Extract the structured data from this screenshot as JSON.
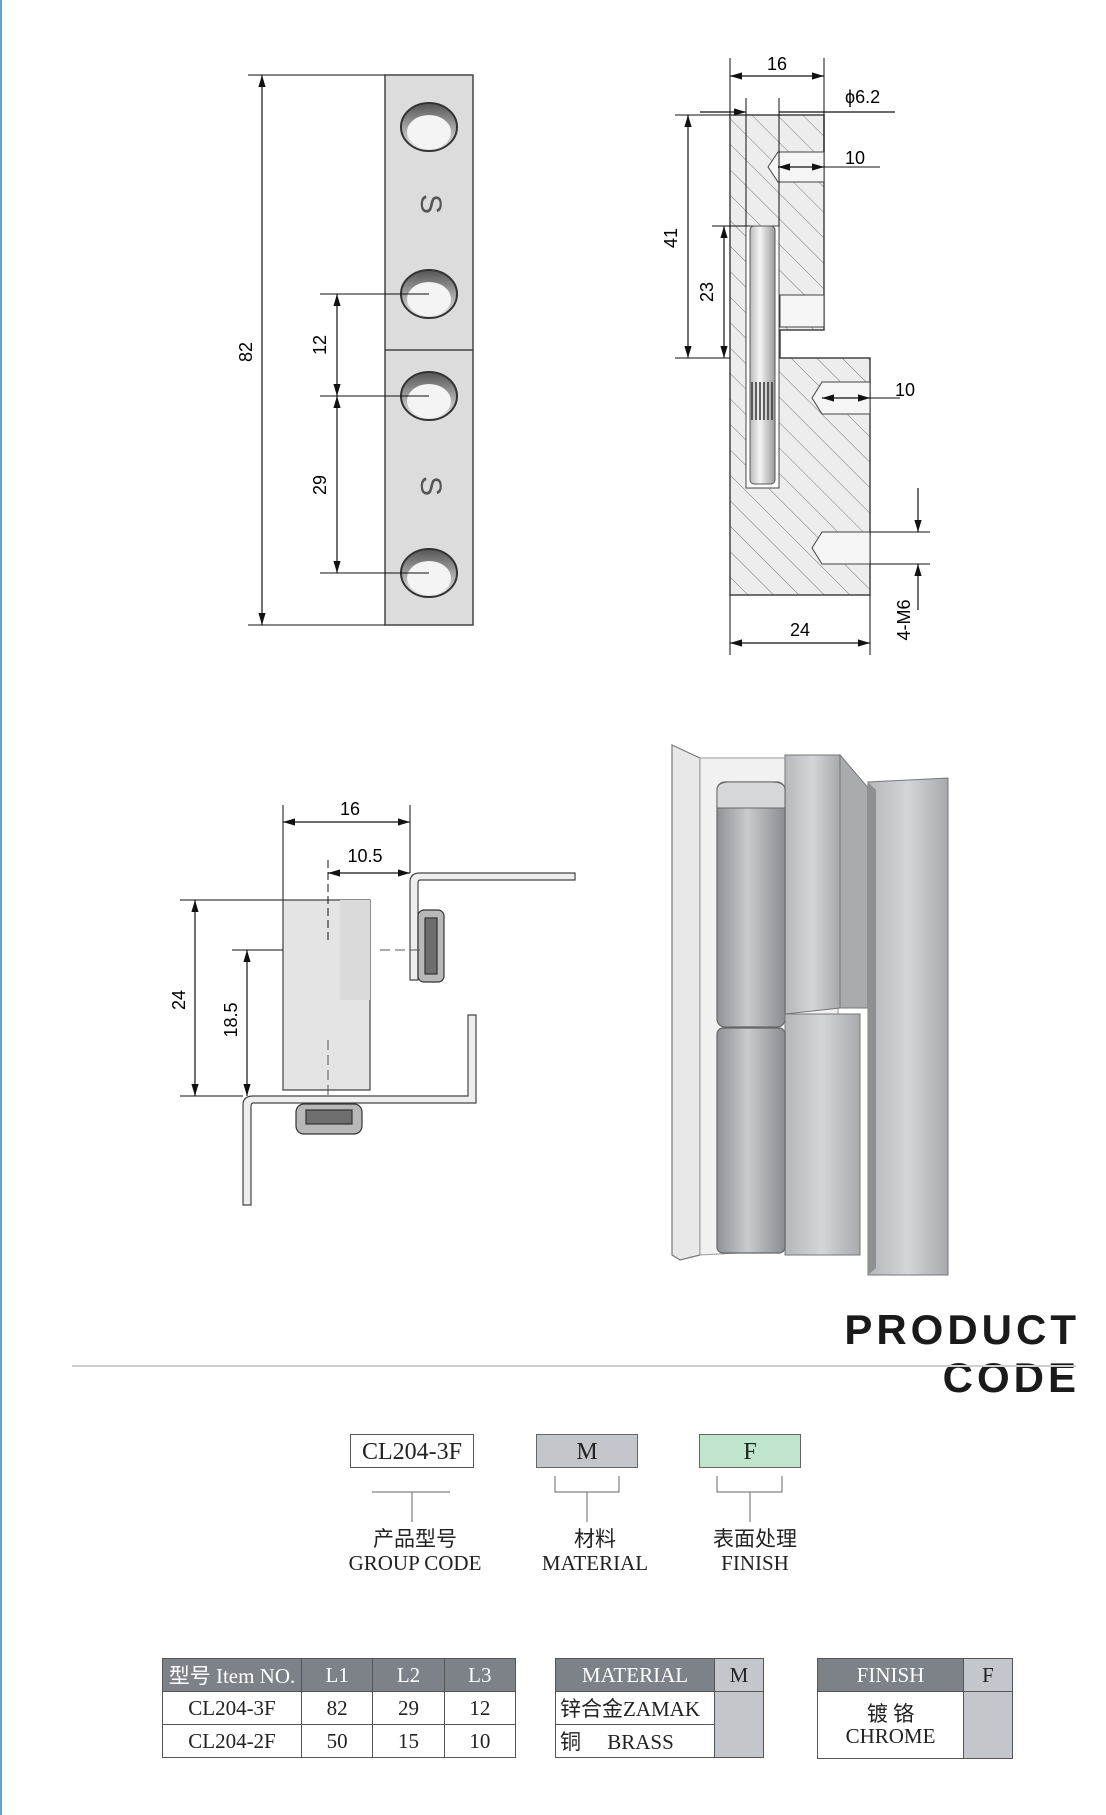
{
  "drawing": {
    "front_view": {
      "dim_overall": "82",
      "dim_upper": "12",
      "dim_lower": "29",
      "logo": "S"
    },
    "section_view": {
      "dim_top_width": "16",
      "dim_pin_dia": "ϕ6.2",
      "dim_bore_upper": "10",
      "dim_bore_lower": "10",
      "dim_height": "41",
      "dim_pin_len": "23",
      "dim_bottom_width": "24",
      "dim_thread": "4-M6"
    },
    "top_view": {
      "dim_width": "16",
      "dim_offset": "10.5",
      "dim_height": "24",
      "dim_center": "18.5"
    }
  },
  "product_code": {
    "title": "PRODUCT CODE",
    "code_boxes": [
      {
        "value": "CL204-3F",
        "label_cn": "产品型号",
        "label_en": "GROUP CODE",
        "color": "#ffffff"
      },
      {
        "value": "M",
        "label_cn": "材料",
        "label_en": "MATERIAL",
        "color": "#c3c7cc"
      },
      {
        "value": "F",
        "label_cn": "表面处理",
        "label_en": "FINISH",
        "color": "#bfe6cc"
      }
    ]
  },
  "items_table": {
    "headers": [
      "型号 Item NO.",
      "L1",
      "L2",
      "L3"
    ],
    "rows": [
      [
        "CL204-3F",
        "82",
        "29",
        "12"
      ],
      [
        "CL204-2F",
        "50",
        "15",
        "10"
      ]
    ]
  },
  "material_table": {
    "header": "MATERIAL",
    "code": "M",
    "rows": [
      "锌合金ZAMAK",
      "铜     BRASS"
    ]
  },
  "finish_table": {
    "header": "FINISH",
    "code": "F",
    "value_cn": "镀 铬",
    "value_en": "CHROME"
  }
}
